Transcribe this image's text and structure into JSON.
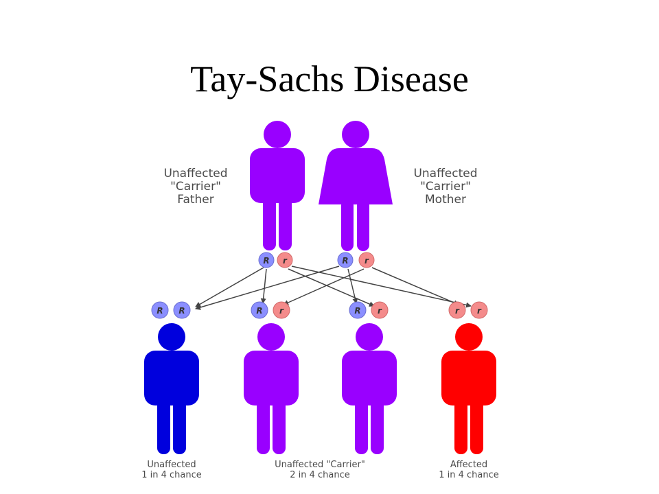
{
  "title": "Tay-Sachs Disease",
  "colors": {
    "carrier": "#9900ff",
    "unaffected": "#0000dd",
    "affected": "#ff0000",
    "dominant_allele": "#8b8fff",
    "recessive_allele": "#f48b8b",
    "arrow": "#444444"
  },
  "parents": {
    "father": {
      "label_lines": [
        "Unaffected",
        "\"Carrier\"",
        "Father"
      ],
      "alleles": [
        "R",
        "r"
      ],
      "figure": "male-figure"
    },
    "mother": {
      "label_lines": [
        "Unaffected",
        "\"Carrier\"",
        "Mother"
      ],
      "alleles": [
        "R",
        "r"
      ],
      "figure": "female-figure"
    }
  },
  "children": [
    {
      "alleles": [
        "R",
        "R"
      ],
      "status": "unaffected"
    },
    {
      "alleles": [
        "R",
        "r"
      ],
      "status": "carrier"
    },
    {
      "alleles": [
        "R",
        "r"
      ],
      "status": "carrier"
    },
    {
      "alleles": [
        "r",
        "r"
      ],
      "status": "affected"
    }
  ],
  "captions": [
    {
      "lines": [
        "Unaffected",
        "1 in 4 chance"
      ]
    },
    {
      "lines": [
        "Unaffected \"Carrier\"",
        "2 in 4 chance"
      ]
    },
    {
      "lines": [
        "Affected",
        "1 in 4 chance"
      ]
    }
  ]
}
